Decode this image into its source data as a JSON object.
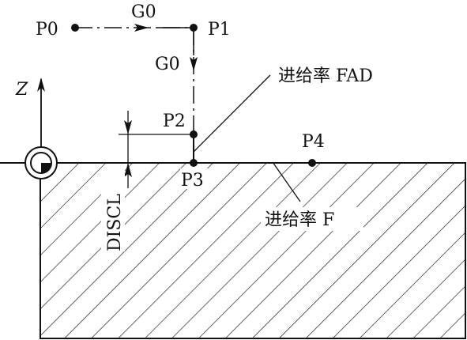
{
  "points": {
    "p0": "P0",
    "p1": "P1",
    "p2": "P2",
    "p3": "P3",
    "p4": "P4"
  },
  "moves": {
    "g0_horizontal": "G0",
    "g0_vertical": "G0"
  },
  "feedrates": {
    "approach": "进给率 FAD",
    "cutting": "进给率 F"
  },
  "axis": {
    "z": "Z"
  },
  "dimension": {
    "discl": "DISCL"
  }
}
